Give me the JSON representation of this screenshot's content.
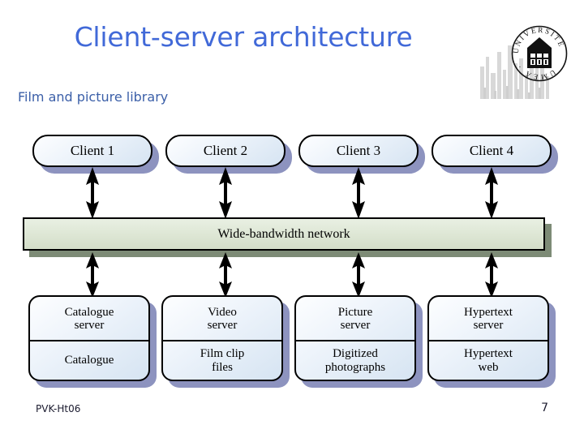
{
  "slide": {
    "title": "Client-server architecture",
    "subtitle": "Film and picture library",
    "title_color": "#4169d8",
    "subtitle_color": "#3b5fa8"
  },
  "logo": {
    "name": "umea-university-logo",
    "ring_text_top": "UNIVERSITET",
    "ring_text_bottom": "UMEÅ",
    "separator": "·"
  },
  "diagram": {
    "clients": [
      {
        "label": "Client 1"
      },
      {
        "label": "Client 2"
      },
      {
        "label": "Client 3"
      },
      {
        "label": "Client 4"
      }
    ],
    "network": {
      "label": "Wide-bandwidth network",
      "fill_color": "#dde6d4",
      "shadow_color": "#7d8b76"
    },
    "servers": [
      {
        "title_line1": "Catalogue",
        "title_line2": "server",
        "data_line1": "Catalogue",
        "data_line2": ""
      },
      {
        "title_line1": "Video",
        "title_line2": "server",
        "data_line1": "Film clip",
        "data_line2": "files"
      },
      {
        "title_line1": "Picture",
        "title_line2": "server",
        "data_line1": "Digitized",
        "data_line2": "photographs"
      },
      {
        "title_line1": "Hypertext",
        "title_line2": "server",
        "data_line1": "Hypertext",
        "data_line2": "web"
      }
    ],
    "box_fill_color": "#e8f0f9",
    "box_shadow_color": "#8d93bf",
    "arrow_color": "#000000",
    "arrows_upper_count": 4,
    "arrows_lower_count": 4
  },
  "footer": {
    "course_code": "PVK-Ht06",
    "page_number": "7"
  }
}
